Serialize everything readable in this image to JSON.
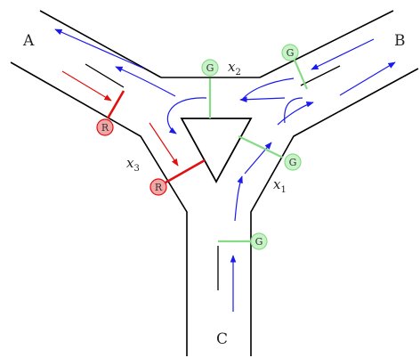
{
  "labels": {
    "a": "A",
    "b": "B",
    "c": "C",
    "x1": {
      "name": "x",
      "sub": "1"
    },
    "x2": {
      "name": "x",
      "sub": "2"
    },
    "x3": {
      "name": "x",
      "sub": "3"
    }
  },
  "signals": {
    "top": "G",
    "right_upper": "G",
    "mid_right": "G",
    "bottom": "G",
    "left_upper": "R",
    "left_lower": "R"
  },
  "colors": {
    "road": "#000000",
    "flow": "#1a1aee",
    "red_flow": "#e01010",
    "green_bar": "#86dc86",
    "green_fill": "#c8f2c8",
    "red_bar": "#e01010",
    "red_fill": "#f2a6a6"
  }
}
